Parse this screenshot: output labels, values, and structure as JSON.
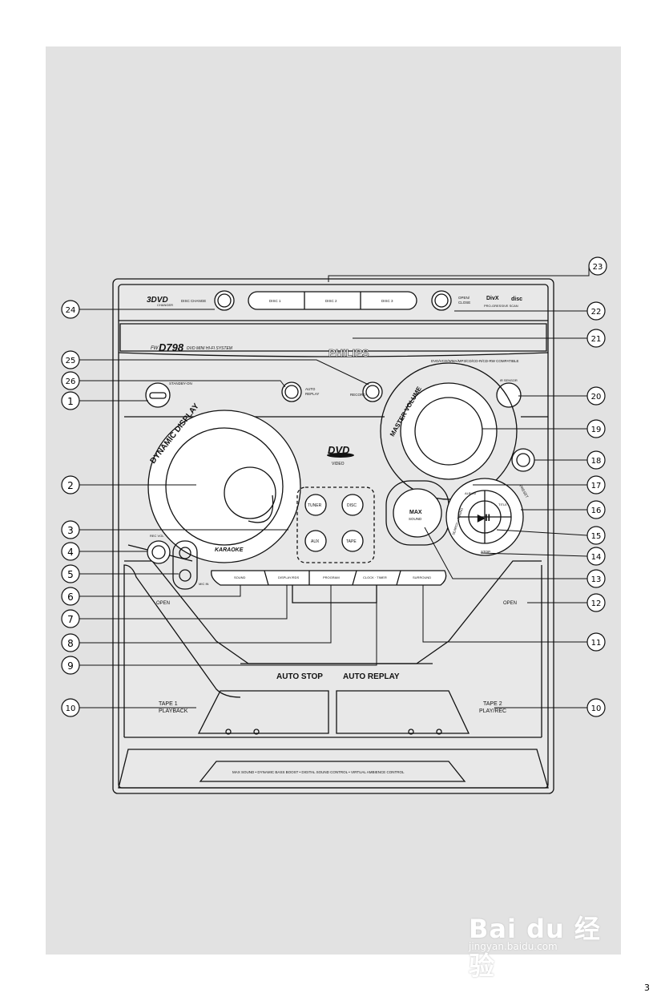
{
  "page_number": "3",
  "watermark": {
    "brand": "Bai du 经验",
    "url": "jingyan.baidu.com"
  },
  "device": {
    "top": {
      "logo_3dvd": "3DVD",
      "logo_sub": "CHANGER",
      "disc_change": "DISC CHANGE",
      "disc_buttons": [
        "DISC 1",
        "DISC 2",
        "DISC 3"
      ],
      "open_close": [
        "OPEN/",
        "CLOSE"
      ],
      "divx": "DivX",
      "compact_disc": "disc",
      "progressive": "PRO-GRESSIVE SCAN"
    },
    "model_prefix": "FW",
    "model": "D798",
    "model_desc": "DVD MINI HI-FI SYSTEM",
    "brand": "PHILIPS",
    "compat": "DVD/VCD/WMA/MP3/CD/CD-R/CD-RW COMPATIBLE",
    "standby": "STANDBY-ON",
    "auto_replay": [
      "AUTO",
      "REPLAY"
    ],
    "record": "RECORD",
    "iresense": "iR SENSOR",
    "dynamic_display": "DYNAMIC DISPLAY",
    "master_volume": "MASTER VOLUME",
    "dvd_logo": "DVD",
    "dvd_sub": "VIDEO",
    "source_buttons": [
      "TUNER",
      "DISC",
      "AUX",
      "TAPE"
    ],
    "max_sound": [
      "MAX",
      "SOUND"
    ],
    "karaoke": "KARAOKE",
    "rec_vol": "REC VOL",
    "mic_in": "MIC IN",
    "function_buttons": [
      "SOUND",
      "DISPLAY/RDS",
      "PROGRAM",
      "CLOCK · TIMER",
      "SURROUND"
    ],
    "stop": "STOP",
    "album": "ALBUM",
    "title": "TITLE",
    "preset": "PRESET",
    "search_tuning": "SEARCH • TUNING",
    "play_pause": "▶II",
    "open_left": "OPEN",
    "open_right": "OPEN",
    "auto_stop": "AUTO STOP",
    "auto_replay_deck": "AUTO REPLAY",
    "tape1": [
      "TAPE 1",
      "PLAYBACK"
    ],
    "tape2": [
      "TAPE 2",
      "PLAY/REC"
    ],
    "bottom_strip": "MAX SOUND • DYNAMIC BASS BOOST • DIGITAL SOUND CONTROL • VIRTUAL AMBIENCE CONTROL"
  },
  "callouts": [
    "1",
    "2",
    "3",
    "4",
    "5",
    "6",
    "7",
    "8",
    "9",
    "10",
    "10",
    "11",
    "12",
    "13",
    "14",
    "15",
    "16",
    "17",
    "18",
    "19",
    "20",
    "21",
    "22",
    "23",
    "24",
    "25",
    "26"
  ]
}
